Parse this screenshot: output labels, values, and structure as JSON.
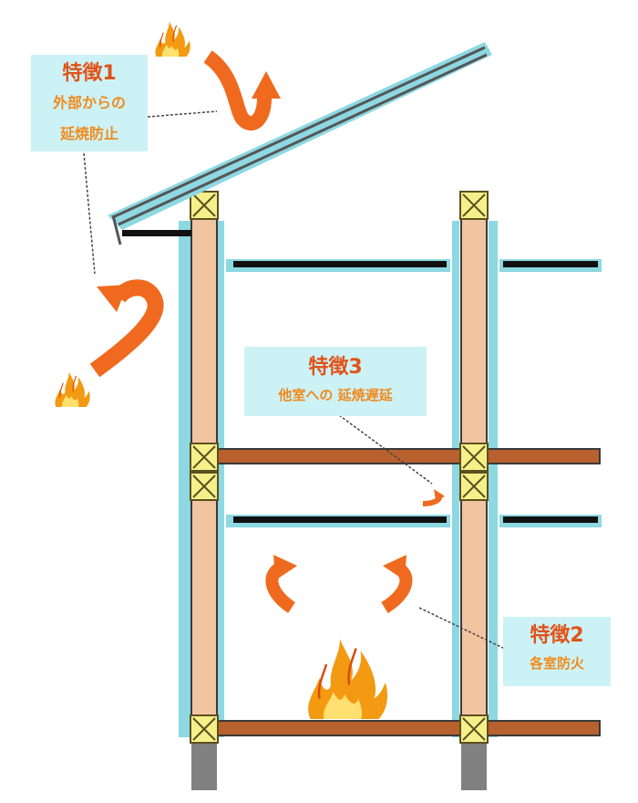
{
  "callouts": {
    "feature1": {
      "title": "特徴1",
      "line1": "外部からの",
      "line2": "延焼防止"
    },
    "feature2": {
      "title": "特徴2",
      "line1": "各室防火"
    },
    "feature3": {
      "title": "特徴3",
      "line1": "他室への 延焼遅延"
    }
  },
  "colors": {
    "callout_background": "#ccf2f6",
    "callout_title": "#e0531a",
    "callout_text": "#f08a1c",
    "arrow": "#ef6a1e",
    "flame": "#f39a12",
    "post_wood": "#f3c4a0",
    "beam_wood": "#b8612e",
    "fireproof_board": "#8dd8e2",
    "joint_block": "#f6f08a",
    "foundation": "#808080"
  },
  "icons": [
    "flame-icon",
    "curved-arrow-icon",
    "truss-block-icon"
  ]
}
